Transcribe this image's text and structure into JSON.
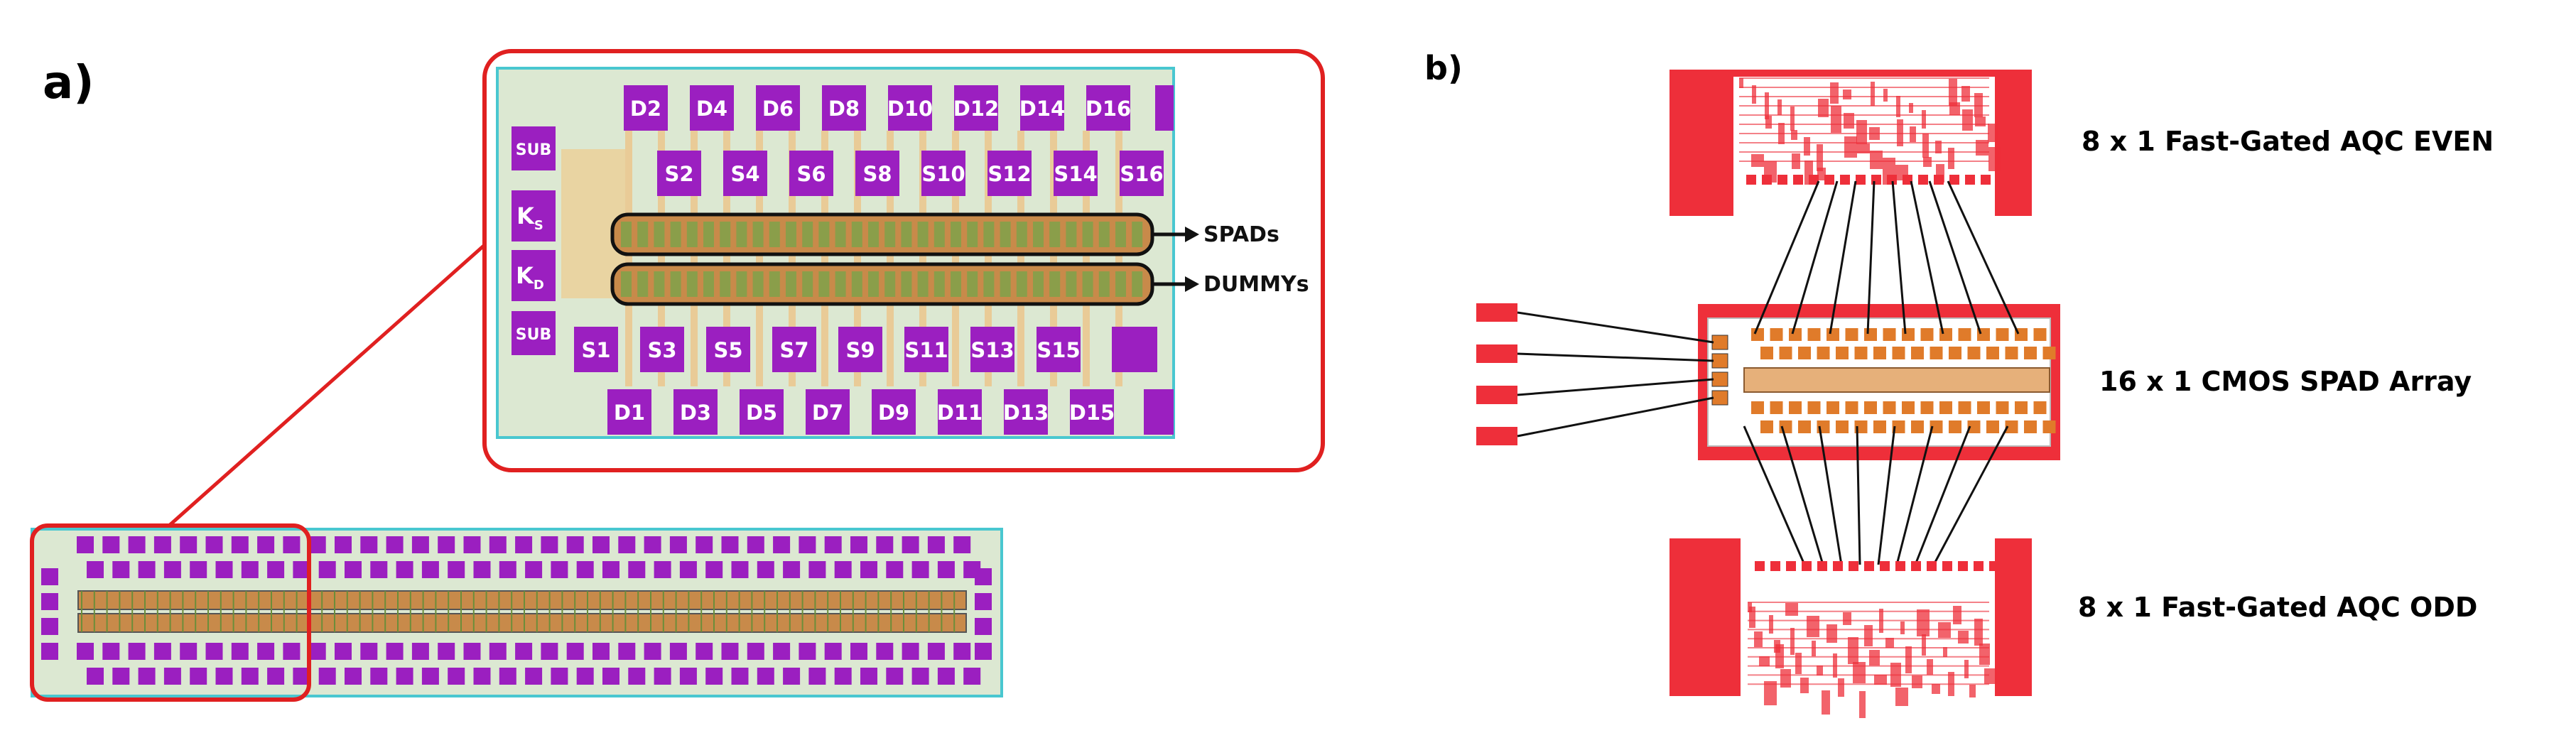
{
  "panel_a": {
    "label": "a)",
    "subs": [
      "SUB",
      "SUB"
    ],
    "k_top": {
      "main": "K",
      "sub": "S"
    },
    "k_bot": {
      "main": "K",
      "sub": "D"
    },
    "d_top": [
      "D2",
      "D4",
      "D6",
      "D8",
      "D10",
      "D12",
      "D14",
      "D16"
    ],
    "s_top": [
      "S2",
      "S4",
      "S6",
      "S8",
      "S10",
      "S12",
      "S14",
      "S16"
    ],
    "s_bot": [
      "S1",
      "S3",
      "S5",
      "S7",
      "S9",
      "S11",
      "S13",
      "S15"
    ],
    "d_bot": [
      "D1",
      "D3",
      "D5",
      "D7",
      "D9",
      "D11",
      "D13",
      "D15"
    ],
    "row_labels": [
      "SPADs",
      "DUMMYs"
    ]
  },
  "panel_b": {
    "label": "b)",
    "labels": [
      "8 x 1 Fast-Gated AQC EVEN",
      "16 x 1 CMOS SPAD Array",
      "8 x 1 Fast-Gated AQC ODD"
    ]
  },
  "colors": {
    "pad": "#9b1fc0",
    "chip_bg": "#dce8d2",
    "chip_border": "#49c7d0",
    "spad_row": "#c88a4a",
    "highlight": "#e02020",
    "layout_red": "#ee2f3a"
  }
}
